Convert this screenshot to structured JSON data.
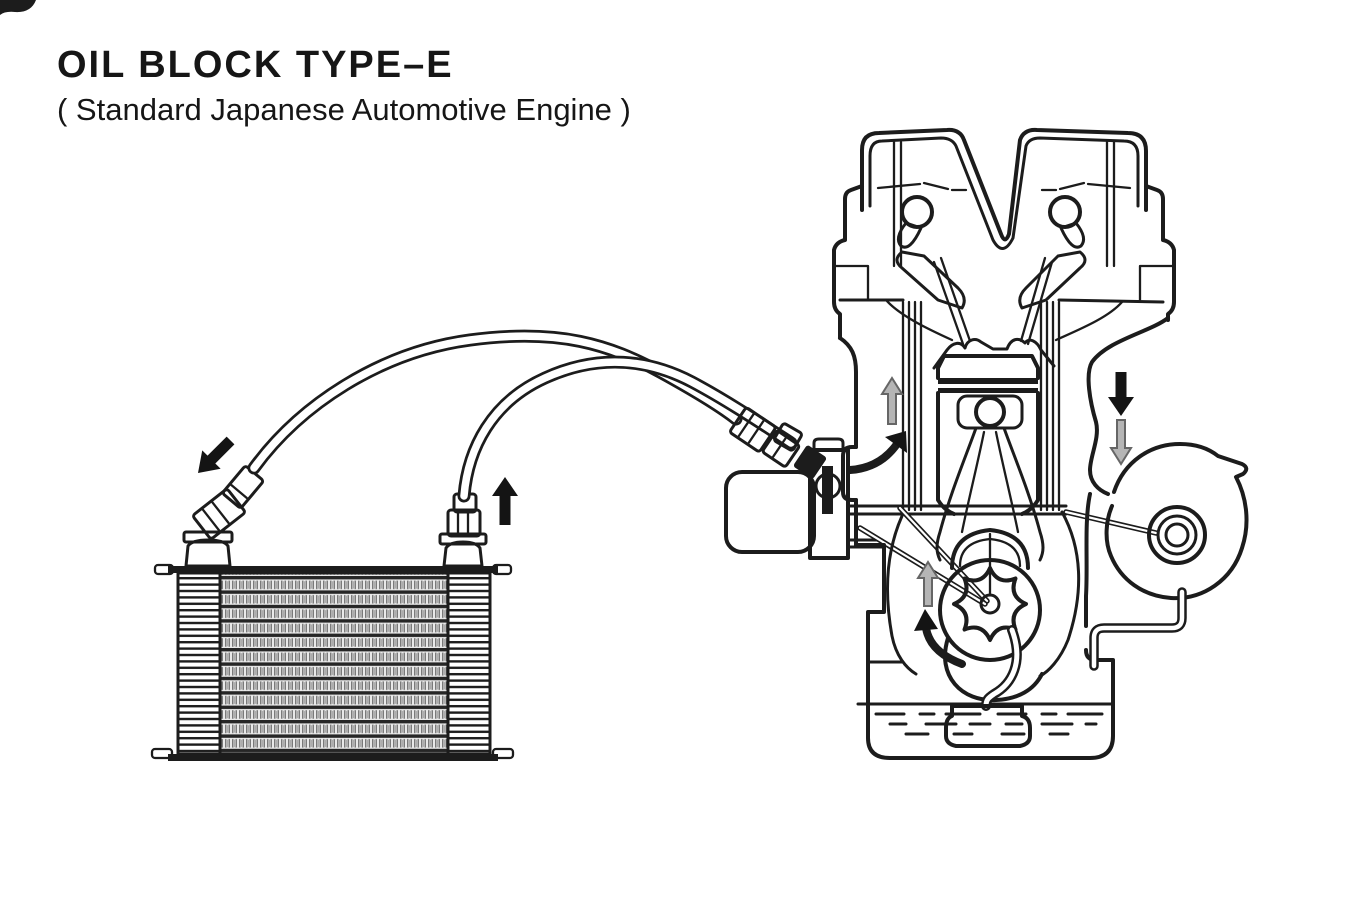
{
  "title": {
    "line1": "OIL BLOCK TYPE–E",
    "line2": "( Standard Japanese Automotive Engine )"
  },
  "palette": {
    "background": "#ffffff",
    "ink": "#1c1c1c",
    "gray_arrow_fill": "#b5b5b5",
    "gray_arrow_stroke": "#666666",
    "fin_dark": "#262626",
    "fin_light": "#e9e9e9"
  },
  "components": {
    "oil_cooler": {
      "icon": "oil-cooler-icon",
      "fin_rows": 13
    },
    "hoses": [
      {
        "icon": "oil-hose-icon"
      },
      {
        "icon": "oil-hose-icon"
      }
    ],
    "oil_filter": {
      "icon": "oil-filter-icon"
    },
    "oil_block_adapter": {
      "icon": "oil-block-adapter-icon"
    },
    "engine": {
      "icon": "engine-cross-section-icon",
      "parts": [
        "valve-cover",
        "camshafts",
        "valves",
        "piston",
        "connecting-rod",
        "crankshaft",
        "oil-pump-gear",
        "oil-pickup",
        "oil-pan",
        "turbocharger",
        "oil-gallery-lines"
      ]
    }
  },
  "arrows": [
    {
      "name": "flow-arrow-cooler-inlet",
      "style": "solid-black",
      "direction": "down-left"
    },
    {
      "name": "flow-arrow-cooler-outlet",
      "style": "solid-black",
      "direction": "up"
    },
    {
      "name": "flow-arrow-block-left",
      "style": "outlined-gray",
      "direction": "up"
    },
    {
      "name": "flow-arrow-adapter",
      "style": "solid-black",
      "direction": "curved-up-right"
    },
    {
      "name": "flow-arrow-block-right-1",
      "style": "solid-black",
      "direction": "down"
    },
    {
      "name": "flow-arrow-block-right-2",
      "style": "outlined-gray",
      "direction": "down"
    },
    {
      "name": "flow-arrow-pump",
      "style": "outlined-gray",
      "direction": "up"
    },
    {
      "name": "flow-arrow-pump-rotation",
      "style": "solid-black",
      "direction": "counterclockwise"
    }
  ]
}
